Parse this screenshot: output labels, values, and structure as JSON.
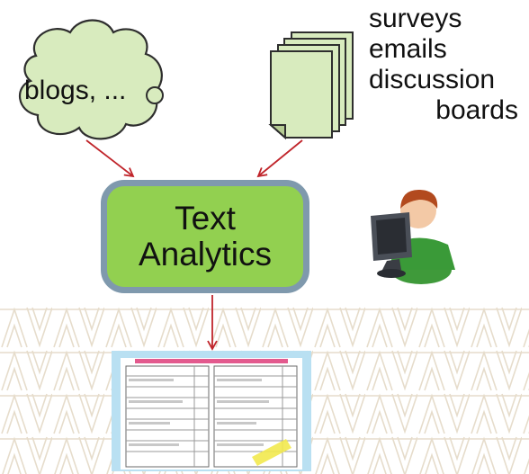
{
  "cloud": {
    "label": "blogs, ..."
  },
  "sources": [
    "surveys",
    "emails",
    "discussion",
    "boards"
  ],
  "center": {
    "line1": "Text",
    "line2": "Analytics"
  },
  "colors": {
    "cloud_fill": "#d8ebbe",
    "doc_fill": "#d8ebbe",
    "box_fill": "#92d050",
    "box_border": "#7f99ad",
    "arrow": "#c0242a",
    "report_frame": "#b9e0f2",
    "highlight": "#f2e94e"
  },
  "icons": [
    "cloud-shape",
    "document-stack-icon",
    "user-at-computer-icon",
    "report-thumbnail"
  ]
}
